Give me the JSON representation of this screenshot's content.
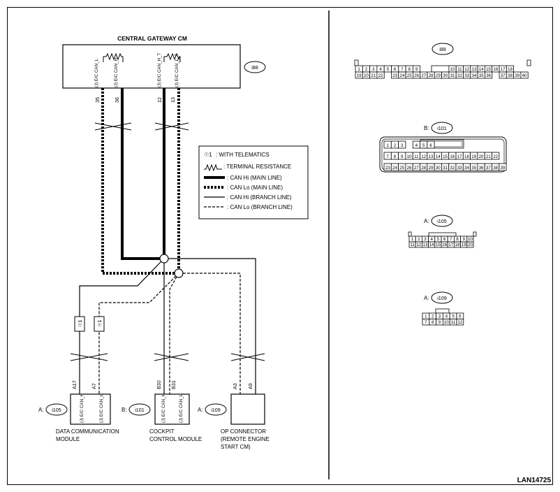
{
  "diagram_id": "LAN14725",
  "gateway": {
    "title": "CENTRAL GATEWAY CM",
    "connector": "i88",
    "pins": [
      "35",
      "36",
      "12",
      "13"
    ],
    "signals": [
      "(J) E/C CAN_L",
      "(J) E/C CAN_H",
      "(J) E/C CAN_H_T",
      "(J) E/C CAN_L_T"
    ]
  },
  "legend": [
    {
      "symbol": "☉1",
      "text": ": WITH TELEMATICS"
    },
    {
      "symbol": "resistor",
      "text": ": TERMINAL RESISTANCE"
    },
    {
      "symbol": "thick-solid",
      "text": ": CAN Hi (MAIN LINE)"
    },
    {
      "symbol": "thick-dotted",
      "text": ": CAN Lo (MAIN LINE)"
    },
    {
      "symbol": "thin-solid",
      "text": ": CAN Hi (BRANCH LINE)"
    },
    {
      "symbol": "thin-dashed",
      "text": ": CAN Lo (BRANCH LINE)"
    }
  ],
  "star_label": "☉1",
  "modules": [
    {
      "prefix": "A:",
      "connector": "i105",
      "pins": [
        "A17",
        "A7"
      ],
      "signals": [
        "(J) E/C CAN_H",
        "(J) E/C CAN_L"
      ],
      "name": [
        "DATA COMMUNICATION",
        "MODULE"
      ]
    },
    {
      "prefix": "B:",
      "connector": "i101",
      "pins": [
        "B30",
        "B31"
      ],
      "signals": [
        "(J) E/C CAN_H",
        "(J) E/C CAN_L"
      ],
      "name": [
        "COCKPIT",
        "CONTROL MODULE"
      ]
    },
    {
      "prefix": "A:",
      "connector": "i109",
      "pins": [
        "A3",
        "A9"
      ],
      "signals": [],
      "name": [
        "OP CONNECTOR",
        "(REMOTE ENGINE",
        "START CM)"
      ]
    }
  ],
  "connector_views": [
    {
      "prefix": "",
      "id": "i88",
      "rows": [
        [
          "1",
          "2",
          "3",
          "4",
          "5",
          "6",
          "7",
          "8",
          "9",
          "",
          "",
          "",
          "",
          "10",
          "11",
          "12",
          "13",
          "14",
          "15",
          "16",
          "17",
          "18"
        ],
        [
          "19",
          "20",
          "21",
          "22",
          "",
          "23",
          "24",
          "25",
          "26",
          "27",
          "28",
          "29",
          "30",
          "31",
          "32",
          "33",
          "34",
          "35",
          "36",
          "",
          "37",
          "38",
          "39",
          "40"
        ]
      ]
    },
    {
      "prefix": "B:",
      "id": "i101",
      "rows": [
        [
          "1",
          "2",
          "3",
          "",
          "4",
          "5",
          "6"
        ],
        [
          "7",
          "8",
          "9",
          "10",
          "11",
          "12",
          "13",
          "14",
          "15",
          "16",
          "17",
          "18",
          "19",
          "20",
          "21",
          "22"
        ],
        [
          "23",
          "24",
          "25",
          "26",
          "27",
          "28",
          "29",
          "30",
          "31",
          "32",
          "33",
          "34",
          "35",
          "36",
          "37",
          "38",
          "39"
        ]
      ]
    },
    {
      "prefix": "A:",
      "id": "i105",
      "rows": [
        [
          "1",
          "2",
          "3",
          "4",
          "5",
          "6",
          "7",
          "8",
          "9",
          "10"
        ],
        [
          "11",
          "12",
          "13",
          "14",
          "15",
          "16",
          "17",
          "18",
          "19",
          "20"
        ]
      ]
    },
    {
      "prefix": "A:",
      "id": "i109",
      "rows": [
        [
          "1",
          "2",
          "3",
          "4",
          "5",
          "6"
        ],
        [
          "7",
          "8",
          "9",
          "10",
          "11",
          "12"
        ]
      ]
    }
  ]
}
